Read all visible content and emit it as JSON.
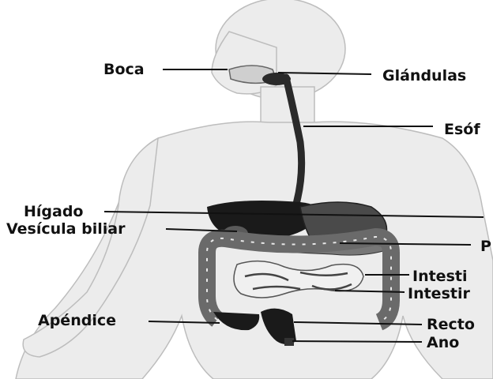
{
  "labels": {
    "boca": "Boca",
    "glandulas": "Glándulas",
    "esofago": "Esóf",
    "higado": "Hígado",
    "vesicula": "Vesícula biliar",
    "pancreas": "P",
    "intestino_grueso": "Intesti",
    "intestino_delgado": "Intestir",
    "apendice": "Apéndice",
    "recto": "Recto",
    "ano": "Ano"
  },
  "colors": {
    "organ_dark": "#1a1a1a",
    "organ_mid": "#5a5a5a",
    "body_fill": "#ececec",
    "label_text": "#111111"
  }
}
